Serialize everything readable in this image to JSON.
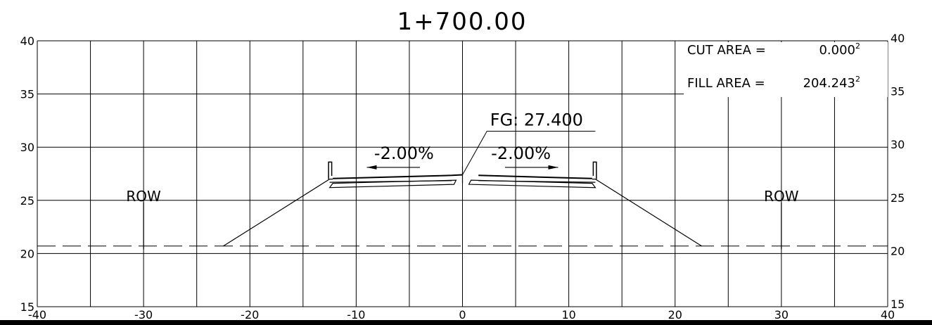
{
  "title": "1+700.00",
  "x_ticks": [
    "-40",
    "-30",
    "-20",
    "-10",
    "0",
    "10",
    "20",
    "30",
    "40"
  ],
  "y_ticks": [
    "15",
    "20",
    "25",
    "30",
    "35",
    "40"
  ],
  "areas": {
    "cut_label": "CUT AREA =",
    "cut_value": "0.000",
    "fill_label": "FILL AREA =",
    "fill_value": "204.243",
    "unit_sup": "2"
  },
  "finish_grade_label": "FG: 27.400",
  "slope_left": "-2.00%",
  "slope_right": "-2.00%",
  "row_left": "ROW",
  "row_right": "ROW",
  "chart_data": {
    "type": "line",
    "xlim": [
      -40,
      40
    ],
    "ylim": [
      15,
      40
    ],
    "grid": true,
    "series": [
      {
        "values": [
          [
            -40,
            20.7
          ],
          [
            40,
            20.7
          ]
        ]
      },
      {
        "values": [
          [
            -22.5,
            20.7
          ],
          [
            -12.5,
            27.0
          ],
          [
            -12.2,
            27.0
          ],
          [
            0,
            27.4
          ],
          [
            12.2,
            27.0
          ],
          [
            12.5,
            27.0
          ],
          [
            22.5,
            20.7
          ]
        ]
      }
    ],
    "row_offsets": [
      -30,
      30
    ],
    "finish_grade_elevation": 27.4
  }
}
